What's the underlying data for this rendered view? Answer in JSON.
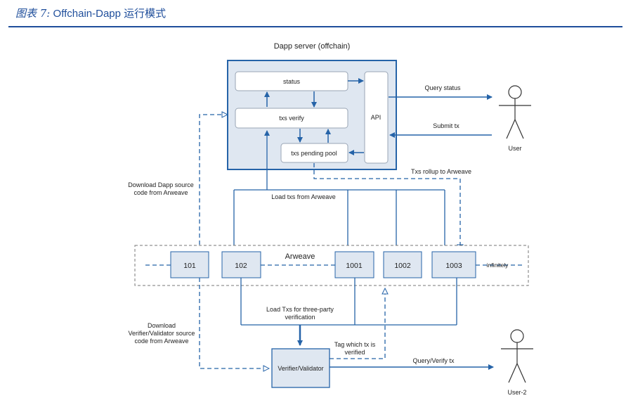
{
  "caption": {
    "prefix": "图表 7:",
    "title": "Offchain-Dapp 运行模式"
  },
  "diagram": {
    "server_title": "Dapp server (offchain)",
    "boxes": {
      "status": "status",
      "txs_verify": "txs verify",
      "pending_pool": "txs pending pool",
      "api": "API",
      "verifier": "Verifier/Validator"
    },
    "arweave": {
      "title": "Arweave",
      "nodes": [
        "101",
        "102",
        "1001",
        "1002",
        "1003"
      ],
      "infinitely": "infinitely"
    },
    "users": {
      "user": "User",
      "user2": "User-2"
    },
    "labels": {
      "query_status": "Query status",
      "submit_tx": "Submit tx",
      "rollup": "Txs rollup to Arweave",
      "load_txs": "Load txs from Arweave",
      "download_dapp_1": "Download Dapp source",
      "download_dapp_2": "code from Arweave",
      "download_verifier_1": "Download",
      "download_verifier_2": "Verifier/Validator source",
      "download_verifier_3": "code from Arweave",
      "load_three_party_1": "Load Txs for three-party",
      "load_three_party_2": "verification",
      "tag_tx_1": "Tag which tx is",
      "tag_tx_2": "verified",
      "query_verify": "Query/Verify tx"
    }
  }
}
